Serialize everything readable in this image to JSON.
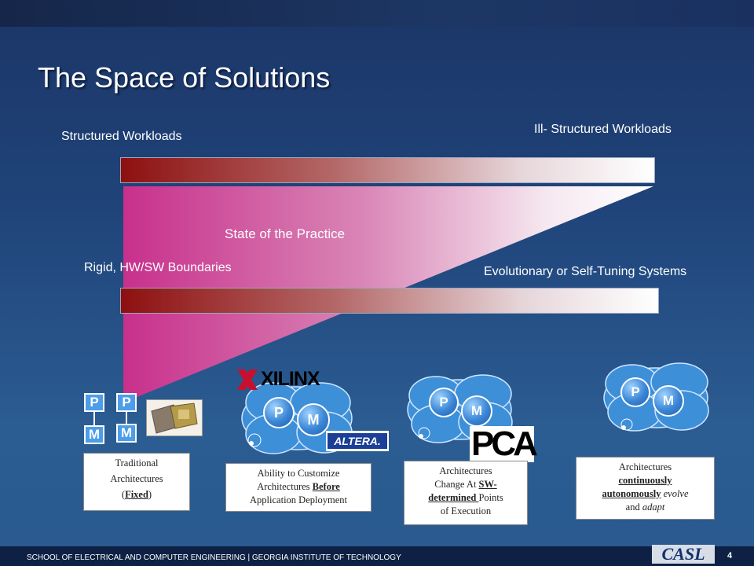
{
  "slide": {
    "title": "The Space of Solutions",
    "label_top_left": "Structured Workloads",
    "label_top_right": "Ill- Structured Workloads",
    "label_state": "State of the Practice",
    "label_bottom_left": "Rigid, HW/SW Boundaries",
    "label_bottom_right": "Evolutionary or Self-Tuning Systems",
    "p_label": "P",
    "m_label": "M",
    "logos": {
      "xilinx": "XILINX",
      "altera": "ALTERA.",
      "pca": "PCA"
    },
    "captions": {
      "traditional": {
        "line1": "Traditional",
        "line2": "Architectures",
        "open": "(",
        "fixed": "Fixed",
        "close": ")"
      },
      "customize": {
        "line1": "Ability to Customize",
        "pre": "Architectures ",
        "before": "Before",
        "line3": "Application Deployment"
      },
      "change": {
        "line1": "Architectures",
        "pre": "Change At ",
        "sw": "SW-",
        "determined": "determined ",
        "post": "Points",
        "line4": "of Execution"
      },
      "continuous": {
        "line1": "Architectures",
        "continuously": "continuously",
        "autonomously": "autonomously",
        "evolve": " evolve",
        "and": "and ",
        "adapt": "adapt"
      }
    },
    "footer": "SCHOOL OF ELECTRICAL AND COMPUTER ENGINEERING | GEORGIA INSTITUTE OF TECHNOLOGY",
    "page_number": "4",
    "brand": "CASL"
  },
  "colors": {
    "background": "#1f4379",
    "bar_start": "#8e1010",
    "triangle_start": "#c8308c",
    "ball_blue": "#3b86d6",
    "pm_blue": "#4d9de8"
  }
}
